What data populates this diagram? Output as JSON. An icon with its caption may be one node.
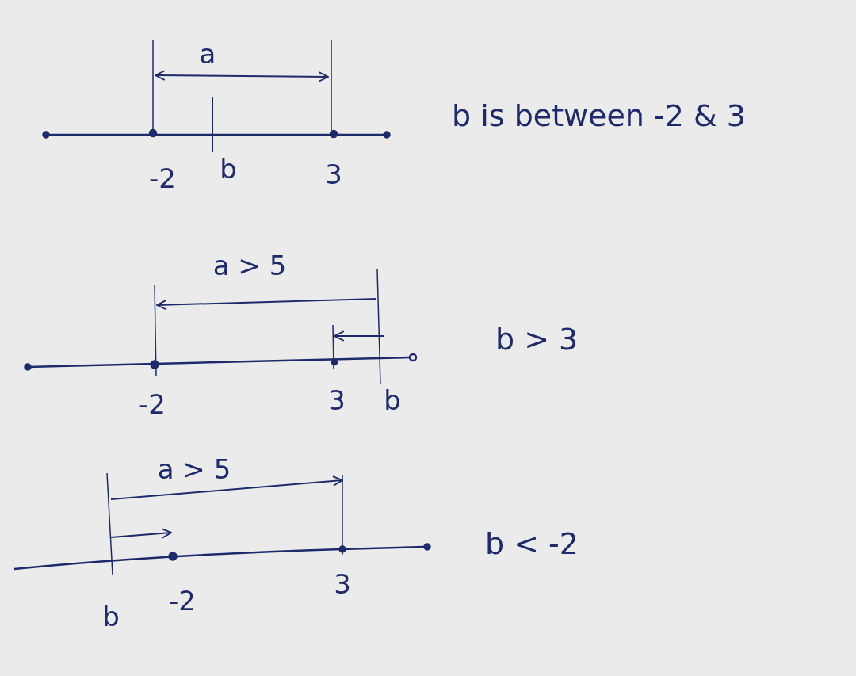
{
  "diagram": {
    "labels": [
      "a",
      "b is between -2 & 3",
      "-2",
      "b",
      "3",
      "a > 5",
      "b > 3",
      "-2",
      "3",
      "b",
      "a > 5",
      "b < -2",
      "b",
      "-2",
      "3"
    ]
  }
}
